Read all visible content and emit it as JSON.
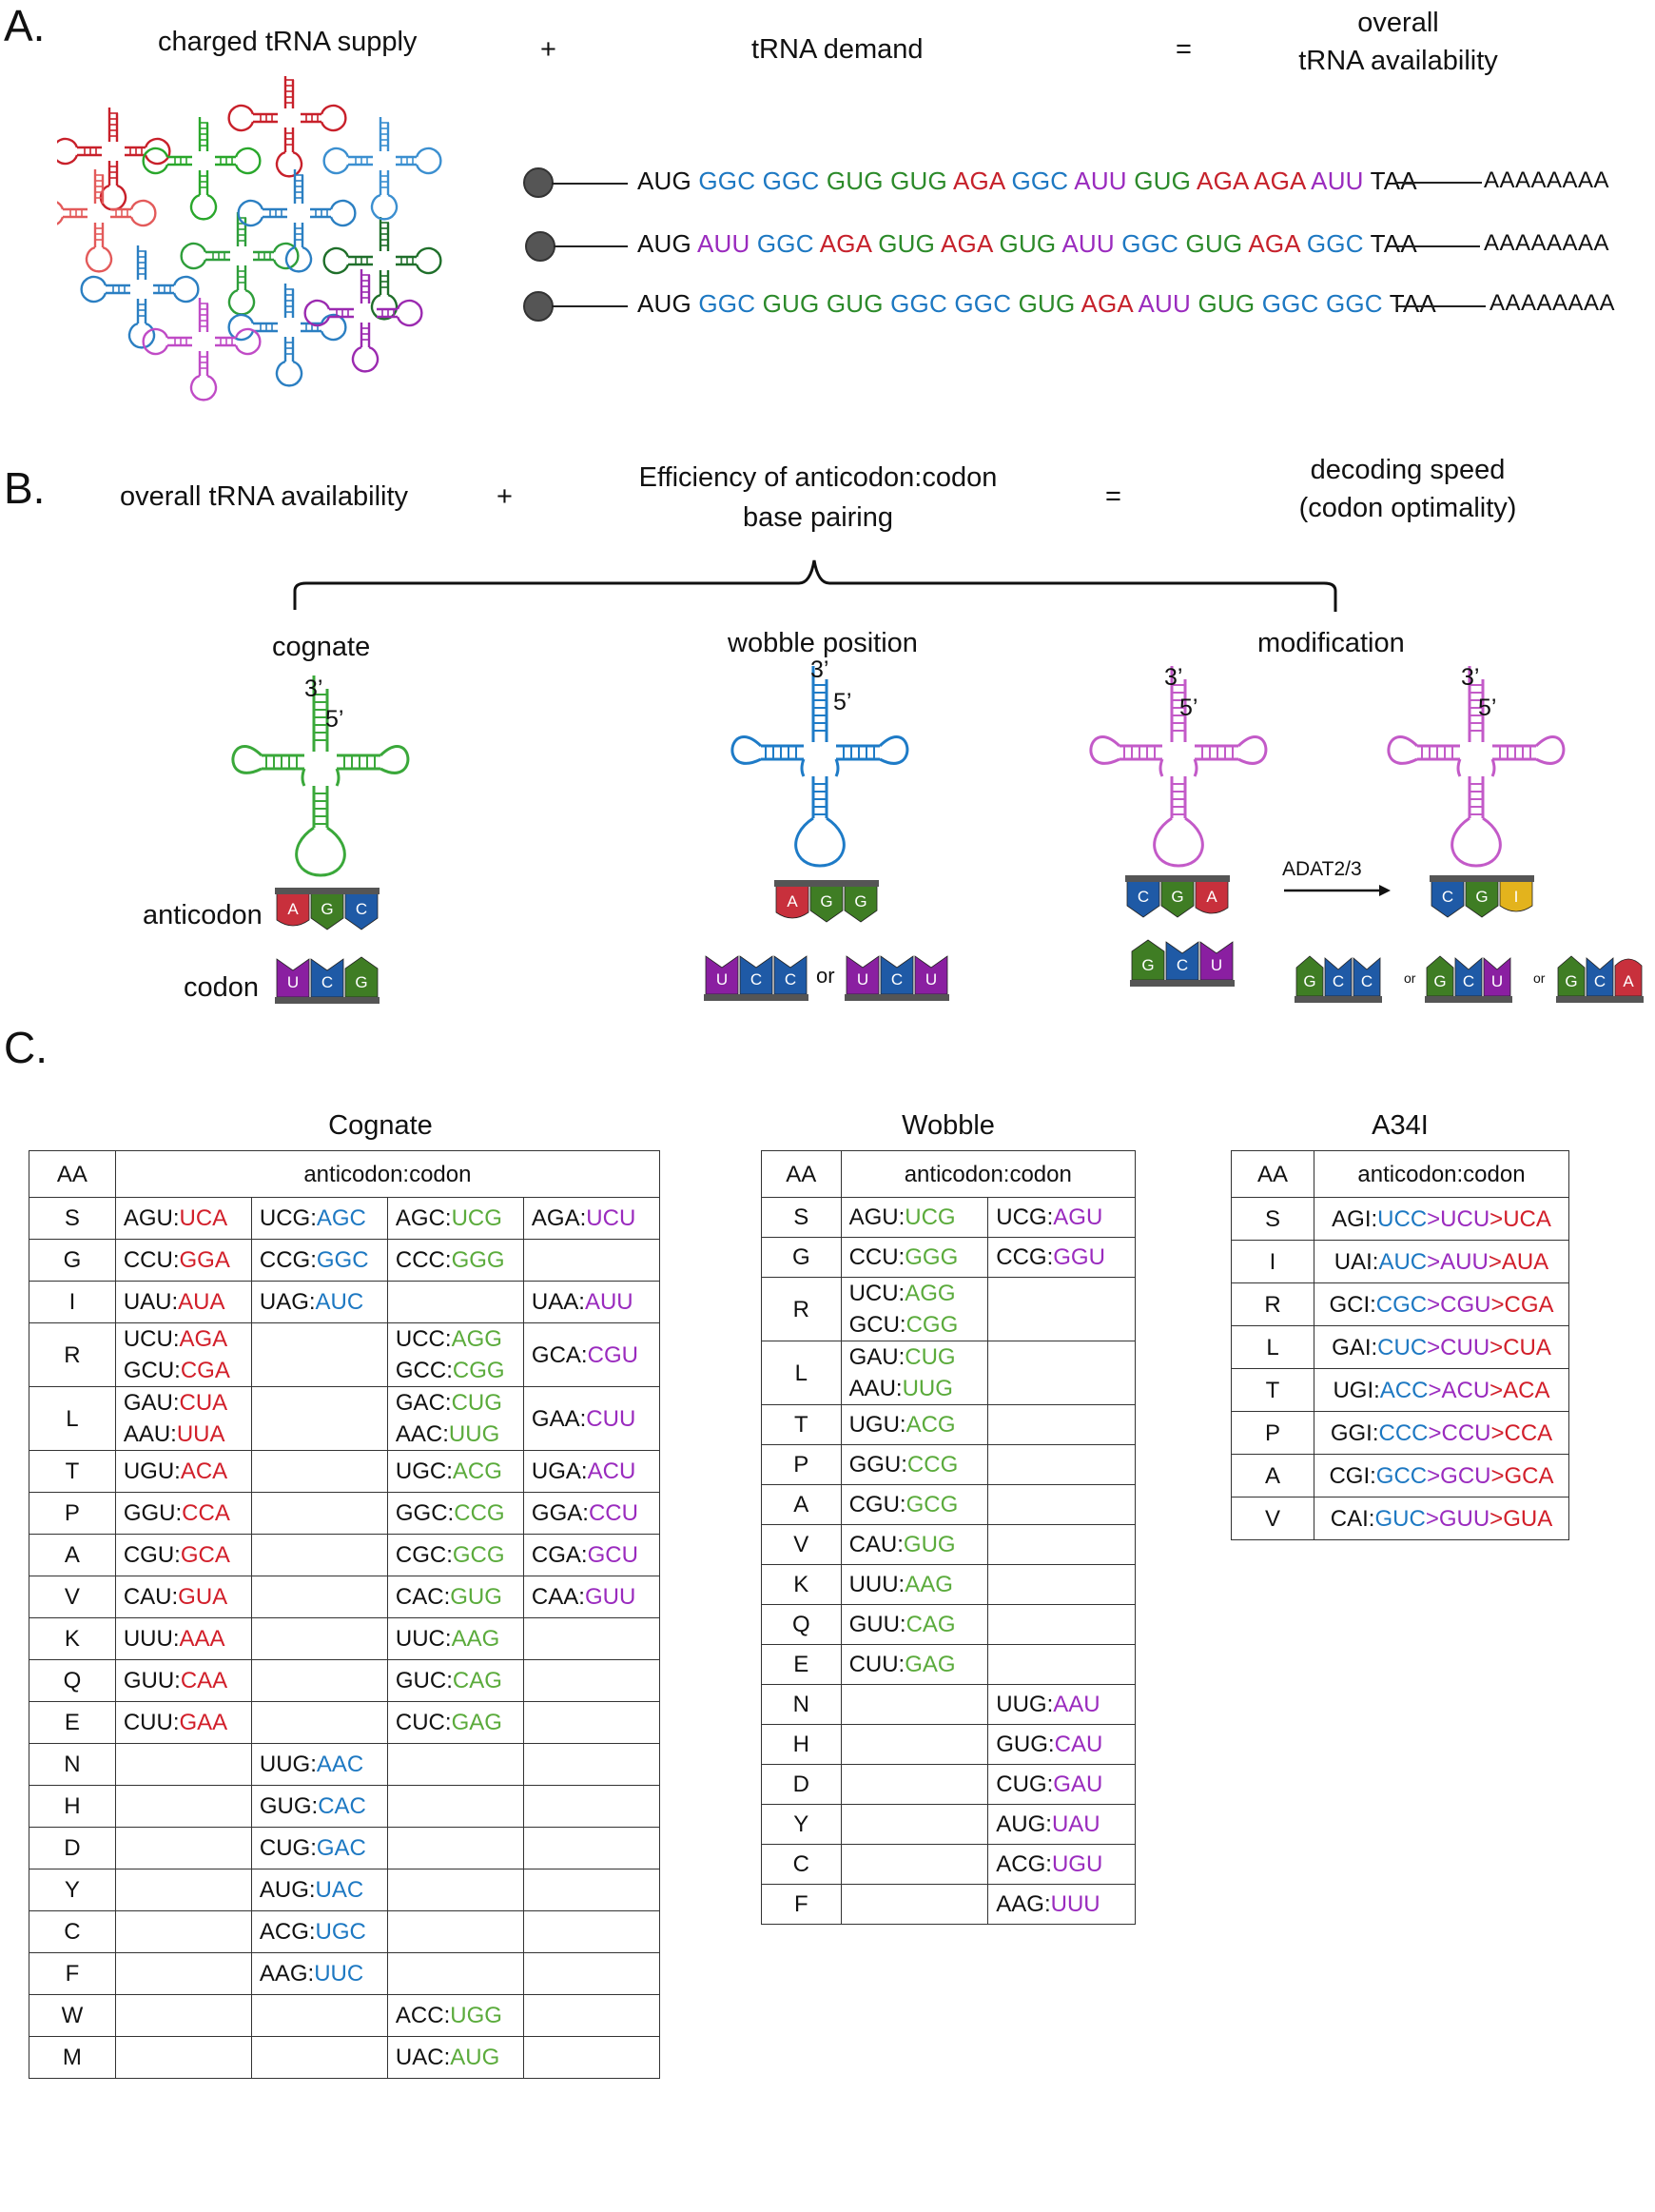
{
  "panelA": {
    "label": "A.",
    "supply": "charged tRNA supply",
    "plus": "+",
    "demand": "tRNA demand",
    "equals": "=",
    "avail_l1": "overall",
    "avail_l2": "tRNA availability",
    "mrnas": [
      {
        "codons": [
          {
            "t": "AUG",
            "c": "k"
          },
          {
            "t": "GGC",
            "c": "b"
          },
          {
            "t": "GGC",
            "c": "b"
          },
          {
            "t": "GUG",
            "c": "g"
          },
          {
            "t": "GUG",
            "c": "g"
          },
          {
            "t": "AGA",
            "c": "r"
          },
          {
            "t": "GGC",
            "c": "b"
          },
          {
            "t": "AUU",
            "c": "p"
          },
          {
            "t": "GUG",
            "c": "g"
          },
          {
            "t": "AGA",
            "c": "r"
          },
          {
            "t": "AGA",
            "c": "r"
          },
          {
            "t": "AUU",
            "c": "p"
          },
          {
            "t": "TAA",
            "c": "k"
          }
        ],
        "polyA": "AAAAAAAA"
      },
      {
        "codons": [
          {
            "t": "AUG",
            "c": "k"
          },
          {
            "t": "AUU",
            "c": "p"
          },
          {
            "t": "GGC",
            "c": "b"
          },
          {
            "t": "AGA",
            "c": "r"
          },
          {
            "t": "GUG",
            "c": "g"
          },
          {
            "t": "AGA",
            "c": "r"
          },
          {
            "t": "GUG",
            "c": "g"
          },
          {
            "t": "AUU",
            "c": "p"
          },
          {
            "t": "GGC",
            "c": "b"
          },
          {
            "t": "GUG",
            "c": "g"
          },
          {
            "t": "AGA",
            "c": "r"
          },
          {
            "t": "GGC",
            "c": "b"
          },
          {
            "t": "TAA",
            "c": "k"
          }
        ],
        "polyA": "AAAAAAAA"
      },
      {
        "codons": [
          {
            "t": "AUG",
            "c": "k"
          },
          {
            "t": "GGC",
            "c": "b"
          },
          {
            "t": "GUG",
            "c": "g"
          },
          {
            "t": "GUG",
            "c": "g"
          },
          {
            "t": "GGC",
            "c": "b"
          },
          {
            "t": "GGC",
            "c": "b"
          },
          {
            "t": "GUG",
            "c": "g"
          },
          {
            "t": "AGA",
            "c": "r"
          },
          {
            "t": "AUU",
            "c": "p"
          },
          {
            "t": "GUG",
            "c": "g"
          },
          {
            "t": "GGC",
            "c": "b"
          },
          {
            "t": "GGC",
            "c": "b"
          },
          {
            "t": "TAA",
            "c": "k"
          }
        ],
        "polyA": "AAAAAAAA"
      }
    ]
  },
  "panelB": {
    "label": "B.",
    "avail": "overall tRNA availability",
    "plus": "+",
    "eff_l1": "Efficiency of anticodon:codon",
    "eff_l2": "base pairing",
    "equals": "=",
    "speed_l1": "decoding speed",
    "speed_l2": "(codon optimality)",
    "cognate": "cognate",
    "wobble": "wobble position",
    "modification": "modification",
    "three_prime": "3’",
    "five_prime": "5’",
    "anticodon_label": "anticodon",
    "codon_label": "codon",
    "or": "or",
    "enzyme": "ADAT2/3",
    "bases": {
      "cog_anti": [
        "A",
        "G",
        "C"
      ],
      "cog_codon": [
        "U",
        "C",
        "G"
      ],
      "wob_anti": [
        "A",
        "G",
        "G"
      ],
      "wob_codon1": [
        "U",
        "C",
        "C"
      ],
      "wob_codon2": [
        "U",
        "C",
        "U"
      ],
      "mod_anti": [
        "C",
        "G",
        "A"
      ],
      "mod_codon": [
        "G",
        "C",
        "U"
      ],
      "mod2_anti": [
        "C",
        "G",
        "I"
      ],
      "mod2_c1": [
        "G",
        "C",
        "C"
      ],
      "mod2_c2": [
        "G",
        "C",
        "U"
      ],
      "mod2_c3": [
        "G",
        "C",
        "A"
      ]
    },
    "colors": {
      "A": "#c8303c",
      "G": "#3f7d24",
      "C": "#1f5aa6",
      "U": "#8a1fa1",
      "I": "#e3b31d"
    }
  },
  "panelC": {
    "label": "C.",
    "cognate": {
      "title": "Cognate",
      "h_aa": "AA",
      "h_ac": "anticodon:codon",
      "rows": [
        {
          "aa": "S",
          "c": [
            [
              [
                "AGU:",
                "UCA",
                "r"
              ]
            ],
            [
              [
                "UCG:",
                "AGC",
                "b"
              ]
            ],
            [
              [
                "AGC:",
                "UCG",
                "g"
              ]
            ],
            [
              [
                "AGA:",
                "UCU",
                "p"
              ]
            ]
          ]
        },
        {
          "aa": "G",
          "c": [
            [
              [
                "CCU:",
                "GGA",
                "r"
              ]
            ],
            [
              [
                "CCG:",
                "GGC",
                "b"
              ]
            ],
            [
              [
                "CCC:",
                "GGG",
                "g"
              ]
            ],
            []
          ]
        },
        {
          "aa": "I",
          "c": [
            [
              [
                "UAU:",
                "AUA",
                "r"
              ]
            ],
            [
              [
                "UAG:",
                "AUC",
                "b"
              ]
            ],
            [],
            [
              [
                "UAA:",
                "AUU",
                "p"
              ]
            ]
          ]
        },
        {
          "aa": "R",
          "c": [
            [
              [
                "UCU:",
                "AGA",
                "r"
              ],
              [
                "GCU:",
                "CGA",
                "r"
              ]
            ],
            [],
            [
              [
                "UCC:",
                "AGG",
                "g"
              ],
              [
                "GCC:",
                "CGG",
                "g"
              ]
            ],
            [
              [
                "GCA:",
                "CGU",
                "p"
              ]
            ]
          ]
        },
        {
          "aa": "L",
          "c": [
            [
              [
                "GAU:",
                "CUA",
                "r"
              ],
              [
                "AAU:",
                "UUA",
                "r"
              ]
            ],
            [],
            [
              [
                "GAC:",
                "CUG",
                "g"
              ],
              [
                "AAC:",
                "UUG",
                "g"
              ]
            ],
            [
              [
                "GAA:",
                "CUU",
                "p"
              ]
            ]
          ]
        },
        {
          "aa": "T",
          "c": [
            [
              [
                "UGU:",
                "ACA",
                "r"
              ]
            ],
            [],
            [
              [
                "UGC:",
                "ACG",
                "g"
              ]
            ],
            [
              [
                "UGA:",
                "ACU",
                "p"
              ]
            ]
          ]
        },
        {
          "aa": "P",
          "c": [
            [
              [
                "GGU:",
                "CCA",
                "r"
              ]
            ],
            [],
            [
              [
                "GGC:",
                "CCG",
                "g"
              ]
            ],
            [
              [
                "GGA:",
                "CCU",
                "p"
              ]
            ]
          ]
        },
        {
          "aa": "A",
          "c": [
            [
              [
                "CGU:",
                "GCA",
                "r"
              ]
            ],
            [],
            [
              [
                "CGC:",
                "GCG",
                "g"
              ]
            ],
            [
              [
                "CGA:",
                "GCU",
                "p"
              ]
            ]
          ]
        },
        {
          "aa": "V",
          "c": [
            [
              [
                "CAU:",
                "GUA",
                "r"
              ]
            ],
            [],
            [
              [
                "CAC:",
                "GUG",
                "g"
              ]
            ],
            [
              [
                "CAA:",
                "GUU",
                "p"
              ]
            ]
          ]
        },
        {
          "aa": "K",
          "c": [
            [
              [
                "UUU:",
                "AAA",
                "r"
              ]
            ],
            [],
            [
              [
                "UUC:",
                "AAG",
                "g"
              ]
            ],
            []
          ]
        },
        {
          "aa": "Q",
          "c": [
            [
              [
                "GUU:",
                "CAA",
                "r"
              ]
            ],
            [],
            [
              [
                "GUC:",
                "CAG",
                "g"
              ]
            ],
            []
          ]
        },
        {
          "aa": "E",
          "c": [
            [
              [
                "CUU:",
                "GAA",
                "r"
              ]
            ],
            [],
            [
              [
                "CUC:",
                "GAG",
                "g"
              ]
            ],
            []
          ]
        },
        {
          "aa": "N",
          "c": [
            [],
            [
              [
                "UUG:",
                "AAC",
                "b"
              ]
            ],
            [],
            []
          ]
        },
        {
          "aa": "H",
          "c": [
            [],
            [
              [
                "GUG:",
                "CAC",
                "b"
              ]
            ],
            [],
            []
          ]
        },
        {
          "aa": "D",
          "c": [
            [],
            [
              [
                "CUG:",
                "GAC",
                "b"
              ]
            ],
            [],
            []
          ]
        },
        {
          "aa": "Y",
          "c": [
            [],
            [
              [
                "AUG:",
                "UAC",
                "b"
              ]
            ],
            [],
            []
          ]
        },
        {
          "aa": "C",
          "c": [
            [],
            [
              [
                "ACG:",
                "UGC",
                "b"
              ]
            ],
            [],
            []
          ]
        },
        {
          "aa": "F",
          "c": [
            [],
            [
              [
                "AAG:",
                "UUC",
                "b"
              ]
            ],
            [],
            []
          ]
        },
        {
          "aa": "W",
          "c": [
            [],
            [],
            [
              [
                "ACC:",
                "UGG",
                "g"
              ]
            ],
            []
          ]
        },
        {
          "aa": "M",
          "c": [
            [],
            [],
            [
              [
                "UAC:",
                "AUG",
                "g"
              ]
            ],
            []
          ]
        }
      ]
    },
    "wobble": {
      "title": "Wobble",
      "h_aa": "AA",
      "h_ac": "anticodon:codon",
      "rows": [
        {
          "aa": "S",
          "c": [
            [
              [
                "AGU:",
                "UCG",
                "g"
              ]
            ],
            [
              [
                "UCG:",
                "AGU",
                "p"
              ]
            ]
          ]
        },
        {
          "aa": "G",
          "c": [
            [
              [
                "CCU:",
                "GGG",
                "g"
              ]
            ],
            [
              [
                "CCG:",
                "GGU",
                "p"
              ]
            ]
          ]
        },
        {
          "aa": "R",
          "c": [
            [
              [
                "UCU:",
                "AGG",
                "g"
              ],
              [
                "GCU:",
                "CGG",
                "g"
              ]
            ],
            []
          ]
        },
        {
          "aa": "L",
          "c": [
            [
              [
                "GAU:",
                "CUG",
                "g"
              ],
              [
                "AAU:",
                "UUG",
                "g"
              ]
            ],
            []
          ]
        },
        {
          "aa": "T",
          "c": [
            [
              [
                "UGU:",
                "ACG",
                "g"
              ]
            ],
            []
          ]
        },
        {
          "aa": "P",
          "c": [
            [
              [
                "GGU:",
                "CCG",
                "g"
              ]
            ],
            []
          ]
        },
        {
          "aa": "A",
          "c": [
            [
              [
                "CGU:",
                "GCG",
                "g"
              ]
            ],
            []
          ]
        },
        {
          "aa": "V",
          "c": [
            [
              [
                "CAU:",
                "GUG",
                "g"
              ]
            ],
            []
          ]
        },
        {
          "aa": "K",
          "c": [
            [
              [
                "UUU:",
                "AAG",
                "g"
              ]
            ],
            []
          ]
        },
        {
          "aa": "Q",
          "c": [
            [
              [
                "GUU:",
                "CAG",
                "g"
              ]
            ],
            []
          ]
        },
        {
          "aa": "E",
          "c": [
            [
              [
                "CUU:",
                "GAG",
                "g"
              ]
            ],
            []
          ]
        },
        {
          "aa": "N",
          "c": [
            [],
            [
              [
                "UUG:",
                "AAU",
                "p"
              ]
            ]
          ]
        },
        {
          "aa": "H",
          "c": [
            [],
            [
              [
                "GUG:",
                "CAU",
                "p"
              ]
            ]
          ]
        },
        {
          "aa": "D",
          "c": [
            [],
            [
              [
                "CUG:",
                "GAU",
                "p"
              ]
            ]
          ]
        },
        {
          "aa": "Y",
          "c": [
            [],
            [
              [
                "AUG:",
                "UAU",
                "p"
              ]
            ]
          ]
        },
        {
          "aa": "C",
          "c": [
            [],
            [
              [
                "ACG:",
                "UGU",
                "p"
              ]
            ]
          ]
        },
        {
          "aa": "F",
          "c": [
            [],
            [
              [
                "AAG:",
                "UUU",
                "p"
              ]
            ]
          ]
        }
      ]
    },
    "a34i": {
      "title": "A34I",
      "h_aa": "AA",
      "h_ac": "anticodon:codon",
      "rows": [
        {
          "aa": "S",
          "ac": "AGI:",
          "seq": [
            [
              "UCC",
              "b"
            ],
            [
              ">UCU",
              "p"
            ],
            [
              ">UCA",
              "r"
            ]
          ]
        },
        {
          "aa": "I",
          "ac": "UAI:",
          "seq": [
            [
              "AUC",
              "b"
            ],
            [
              ">AUU",
              "p"
            ],
            [
              ">AUA",
              "r"
            ]
          ]
        },
        {
          "aa": "R",
          "ac": "GCI:",
          "seq": [
            [
              "CGC",
              "b"
            ],
            [
              ">CGU",
              "p"
            ],
            [
              ">CGA",
              "r"
            ]
          ]
        },
        {
          "aa": "L",
          "ac": "GAI:",
          "seq": [
            [
              "CUC",
              "b"
            ],
            [
              ">CUU",
              "p"
            ],
            [
              ">CUA",
              "r"
            ]
          ]
        },
        {
          "aa": "T",
          "ac": "UGI:",
          "seq": [
            [
              "ACC",
              "b"
            ],
            [
              ">ACU",
              "p"
            ],
            [
              ">ACA",
              "r"
            ]
          ]
        },
        {
          "aa": "P",
          "ac": "GGI:",
          "seq": [
            [
              "CCC",
              "b"
            ],
            [
              ">CCU",
              "p"
            ],
            [
              ">CCA",
              "r"
            ]
          ]
        },
        {
          "aa": "A",
          "ac": "CGI:",
          "seq": [
            [
              "GCC",
              "b"
            ],
            [
              ">GCU",
              "p"
            ],
            [
              ">GCA",
              "r"
            ]
          ]
        },
        {
          "aa": "V",
          "ac": "CAI:",
          "seq": [
            [
              "GUC",
              "b"
            ],
            [
              ">GUU",
              "p"
            ],
            [
              ">GUA",
              "r"
            ]
          ]
        }
      ]
    }
  }
}
